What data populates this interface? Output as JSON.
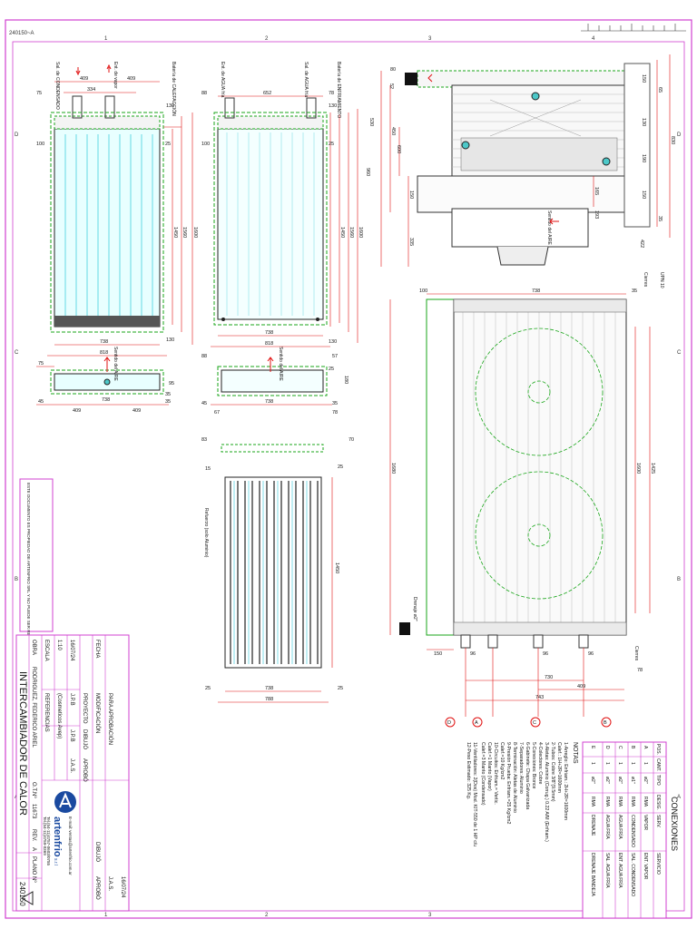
{
  "sheet": {
    "corner_code": "240150~A",
    "zone_letters": [
      "D",
      "C",
      "B",
      "A"
    ],
    "zone_numbers": [
      "1",
      "2",
      "3",
      "4"
    ]
  },
  "views": {
    "front": {
      "labels": {
        "sal_cond": "Sal. de CONDENSADO",
        "ent_vapor": "Ent. de vapor",
        "bateria_cal": "Batería de CALEFACCIÓN"
      },
      "dims": [
        "409",
        "334",
        "409",
        "75",
        "130",
        "100",
        "25",
        "1450",
        "1560",
        "1600",
        "738",
        "818",
        "130"
      ]
    },
    "middle": {
      "labels": {
        "ent_agua": "Ent. de AGUA fría",
        "sal_agua": "Sal. de AGUA fría",
        "bateria_enf": "Batería de ENFRIAMIENTO"
      },
      "dims": [
        "88",
        "652",
        "78",
        "130",
        "100",
        "25",
        "1450",
        "1560",
        "1600",
        "738",
        "818",
        "130"
      ]
    },
    "side": {
      "dims": [
        "80",
        "52",
        "530",
        "960",
        "450",
        "600",
        "150",
        "335",
        "165",
        "150",
        "130",
        "190",
        "150",
        "65",
        "35",
        "830",
        "193",
        "422"
      ],
      "label": "Sentido del AIRE"
    },
    "bottom_small": {
      "label": "Sentido del AIRE",
      "dims": [
        "75",
        "45",
        "35",
        "409",
        "738",
        "409",
        "95",
        "35"
      ]
    },
    "bottom_small2": {
      "label": "Sentido del AIRE",
      "dims": [
        "88",
        "57",
        "45",
        "67",
        "738",
        "35",
        "78",
        "180",
        "25"
      ]
    },
    "coil": {
      "label": "Refuerzo (solo Aluminio)",
      "dims": [
        "83",
        "15",
        "70",
        "25",
        "1450",
        "25",
        "738",
        "25",
        "788"
      ]
    },
    "plan": {
      "dims": [
        "100",
        "738",
        "35",
        "1680",
        "1600",
        "1425",
        "150",
        "96",
        "96",
        "96",
        "78",
        "730",
        "409",
        "743"
      ],
      "labels": {
        "upn": "UPN 10",
        "cierres": "Cierres",
        "drenaje": "Drenaje ø2\""
      },
      "markers": [
        "D",
        "A",
        "C",
        "B"
      ]
    }
  },
  "conexiones": {
    "title": "CONEXIONES",
    "headers": [
      "POS.",
      "CANT.",
      "TIPO",
      "DESIG.",
      "SERV.",
      "SERVICIO"
    ],
    "rows": [
      [
        "A",
        "1",
        "ø2\"",
        "RMA",
        "VAPOR",
        "ENT. VAPOR"
      ],
      [
        "B",
        "1",
        "ø1\"",
        "RMA",
        "CONDENSADO",
        "SAL. CONDENSADO"
      ],
      [
        "C",
        "1",
        "ø2\"",
        "RMA",
        "AGUA FRÍA",
        "ENT. AGUA FRÍA"
      ],
      [
        "D",
        "1",
        "ø2\"",
        "RMA",
        "AGUA FRÍA",
        "SAL. AGUA FRÍA"
      ],
      [
        "E",
        "1",
        "ø2\"",
        "RMA",
        "DRENAJE",
        "DRENAJE BANDEJA"
      ]
    ]
  },
  "notas": {
    "title": "NOTAS",
    "lines": [
      "1-Arreglo:  Enfriam.:  2H+2R=1600mm",
      "            Calef.:    1H+2R=1600mm",
      "2-Tubos: Cobre 3/8\"(9.5mm)",
      "3-Aletas: Aluminio (Corrug.) 0.22 A/M (Enfriam.)",
      "4-Colectores: Cobre",
      "5-Conexiones: Bronce",
      "6-Gabinete: Chapa Galvanizada",
      "7-Separadores: Aluminio",
      "8-Terminación: Aletas de Aluminio",
      "9-Presión Prueba:  Enfriam.=25 Kg/cm2",
      "                   Calef.=10 Kg/cm2",
      "10-Circuitos:  Enfriam.= Vertic.",
      "               Calef.=1 Manto (Vapor)",
      "               Calef.=3 Manto (Condensado)",
      "11-Ventiladores: 2(Dos) Mod. KIT-550 de 1 HP c/u",
      "12-Peso Estimado: 325 Kg."
    ]
  },
  "title_block": {
    "title": "INTERCAMBIADOR DE CALOR",
    "obra_label": "OBRA",
    "obra": "RODRIGUEZ, FEDERICO ARIEL",
    "ot_label": "O.T.Nº",
    "ot": "11673",
    "rev_label": "REV.",
    "rev": "A",
    "plano_label": "PLANO Nº",
    "plano": "240150",
    "escala_label": "ESCALA",
    "escala": "1:10",
    "referencias_label": "REFERENCIAS",
    "referencias": "(Cosmeticos Avep)",
    "fecha": "16/07/24",
    "proyecto_label": "PROYECTO",
    "proyecto": "J.P.B",
    "dibujo_label": "DIBUJÓ",
    "dibujo": "J.P.B",
    "aprobo_label": "APROBÓ",
    "aprobo": "J.A.S.",
    "rev_table_headers": [
      "FECHA",
      "MODIFICACIÓN",
      "DIBUJÓ",
      "APROBÓ"
    ],
    "rev_table_row": [
      "",
      "PARA APROBACIÓN",
      "",
      "J.A.S."
    ],
    "rev_table_row_date": "16/07/24",
    "company": "artenfrio",
    "company_suffix": "s.r.l",
    "company_lines": [
      "Tel.(54-11)4757-0603/0755",
      "Tel.(54-11)4759-0369",
      "E-mail: ventas@artenfrio.com.ar"
    ],
    "warning": "ESTE DOCUMENTO ES PROPIEDAD DE ARTENFRIO SRL Y NO PUEDE SER REPRODUCIDO NI ENTREGADO A TERCEROS SIN AUTORIZACIÓN ESCRITA."
  }
}
